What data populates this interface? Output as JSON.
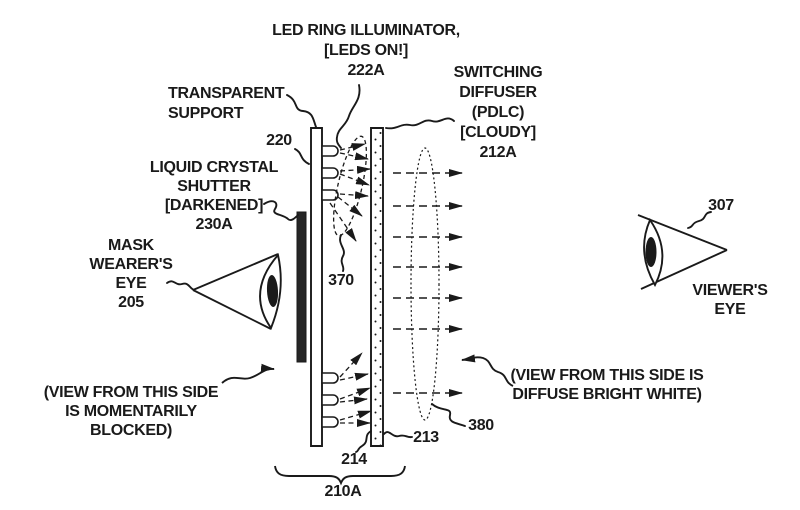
{
  "figure": {
    "background_color": "#ffffff",
    "ink_color": "#1a1a1a",
    "annotations": {
      "led_ring_illuminator": {
        "line1": "LED RING ILLUMINATOR,",
        "line2": "[LEDS ON!]",
        "ref": "222A"
      },
      "transparent_support": {
        "line1": "TRANSPARENT",
        "line2": "SUPPORT",
        "ref": "220"
      },
      "liquid_crystal_shutter": {
        "line1": "LIQUID CRYSTAL",
        "line2": "SHUTTER",
        "line3": "[DARKENED]",
        "ref": "230A"
      },
      "mask_wearers_eye": {
        "line1": "MASK",
        "line2": "WEARER'S",
        "line3": "EYE",
        "ref": "205"
      },
      "blocked_view_note": {
        "line1": "(VIEW FROM THIS SIDE",
        "line2": "IS MOMENTARILY",
        "line3": "BLOCKED)"
      },
      "switching_diffuser": {
        "line1": "SWITCHING",
        "line2": "DIFFUSER",
        "line3": "(PDLC)",
        "line4": "[CLOUDY]",
        "ref": "212A"
      },
      "viewers_eye": {
        "line1": "VIEWER'S",
        "line2": "EYE",
        "ref": "307"
      },
      "bright_view_note": {
        "line1": "(VIEW FROM THIS SIDE IS",
        "line2": "DIFFUSE BRIGHT WHITE)"
      },
      "ring_plane_ref": "370",
      "diffuse_disk_ref": "380",
      "diffuser_rear_ref": "213",
      "diffuser_front_ref": "214",
      "assembly_ref": "210A"
    }
  }
}
